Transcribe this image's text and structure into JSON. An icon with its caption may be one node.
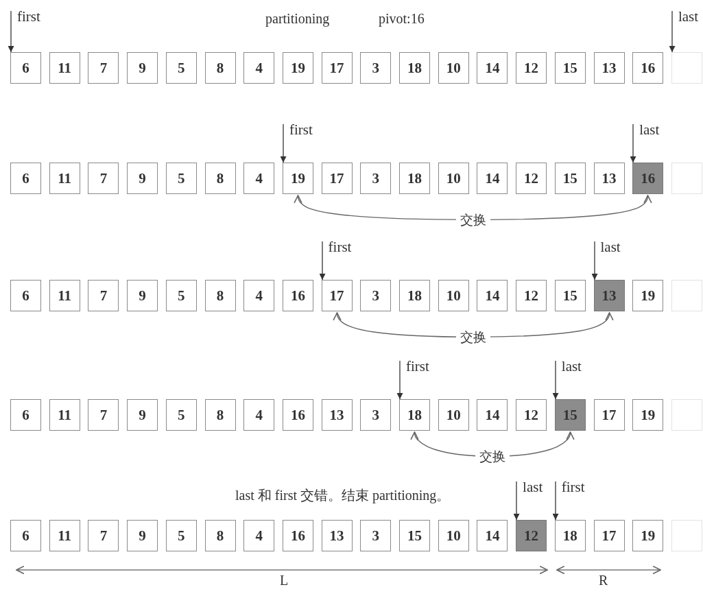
{
  "diagram": {
    "nodes": [
      {
        "text": [
          "first"
        ]
      },
      {
        "text": [
          "last"
        ]
      },
      {
        "text": [
          "6"
        ]
      },
      {
        "text": [
          "11"
        ]
      },
      {
        "text": [
          "7"
        ]
      },
      {
        "text": [
          "9"
        ]
      },
      {
        "text": [
          "5"
        ]
      },
      {
        "text": [
          "8"
        ]
      },
      {
        "text": [
          "4"
        ]
      },
      {
        "text": [
          "19"
        ]
      },
      {
        "text": [
          "17"
        ]
      },
      {
        "text": [
          "3"
        ]
      },
      {
        "text": [
          "18"
        ]
      },
      {
        "text": [
          "10"
        ]
      },
      {
        "text": [
          "14"
        ]
      },
      {
        "text": [
          "12"
        ]
      },
      {
        "text": [
          "15"
        ]
      },
      {
        "text": [
          "13"
        ]
      },
      {
        "text": [
          "16"
        ]
      },
      {
        "text": [],
        "shape": "box"
      },
      {
        "text": [
          "first"
        ]
      },
      {
        "text": [
          "last"
        ]
      },
      {
        "text": [
          "6"
        ]
      },
      {
        "text": [
          "11"
        ]
      },
      {
        "text": [
          "7"
        ]
      },
      {
        "text": [
          "9"
        ]
      },
      {
        "text": [
          "5"
        ]
      },
      {
        "text": [
          "8"
        ]
      },
      {
        "text": [
          "4"
        ]
      },
      {
        "text": [
          "19"
        ]
      },
      {
        "text": [
          "17"
        ]
      },
      {
        "text": [
          "3"
        ]
      },
      {
        "text": [
          "18"
        ]
      },
      {
        "text": [
          "10"
        ]
      },
      {
        "text": [
          "14"
        ]
      },
      {
        "text": [
          "12"
        ]
      },
      {
        "text": [
          "15"
        ]
      },
      {
        "text": [
          "13"
        ]
      },
      {
        "text": [
          "16"
        ]
      },
      {
        "text": [],
        "shape": "box"
      },
      {
        "text": [
          "first"
        ]
      },
      {
        "text": [
          "last"
        ]
      },
      {
        "text": [
          "6"
        ]
      },
      {
        "text": [
          "11"
        ]
      },
      {
        "text": [
          "7"
        ]
      },
      {
        "text": [
          "9"
        ]
      },
      {
        "text": [
          "5"
        ]
      },
      {
        "text": [
          "8"
        ]
      },
      {
        "text": [
          "4"
        ]
      },
      {
        "text": [
          "16"
        ]
      },
      {
        "text": [
          "17"
        ]
      },
      {
        "text": [
          "3"
        ]
      },
      {
        "text": [
          "18"
        ]
      },
      {
        "text": [
          "10"
        ]
      },
      {
        "text": [
          "14"
        ]
      },
      {
        "text": [
          "12"
        ]
      },
      {
        "text": [
          "15"
        ]
      },
      {
        "text": [
          "13"
        ]
      },
      {
        "text": [
          "19"
        ]
      },
      {
        "text": [],
        "shape": "box"
      },
      {
        "text": [
          "first"
        ]
      },
      {
        "text": [
          "last"
        ]
      },
      {
        "text": [
          "6"
        ]
      },
      {
        "text": [
          "11"
        ]
      },
      {
        "text": [
          "7"
        ]
      },
      {
        "text": [
          "9"
        ]
      },
      {
        "text": [
          "5"
        ]
      },
      {
        "text": [
          "8"
        ]
      },
      {
        "text": [
          "4"
        ]
      },
      {
        "text": [
          "16"
        ]
      },
      {
        "text": [
          "13"
        ]
      },
      {
        "text": [
          "3"
        ]
      },
      {
        "text": [
          "18"
        ]
      },
      {
        "text": [
          "10"
        ]
      },
      {
        "text": [
          "14"
        ]
      },
      {
        "text": [
          "12"
        ]
      },
      {
        "text": [
          "15"
        ]
      },
      {
        "text": [
          "17"
        ]
      },
      {
        "text": [
          "19"
        ]
      },
      {
        "text": [],
        "shape": "box"
      },
      {
        "text": [
          "last"
        ]
      },
      {
        "text": [
          "first"
        ]
      },
      {
        "text": [
          "6"
        ]
      },
      {
        "text": [
          "11"
        ]
      },
      {
        "text": [
          "7"
        ]
      },
      {
        "text": [
          "9"
        ]
      },
      {
        "text": [
          "5"
        ]
      },
      {
        "text": [
          "8"
        ]
      },
      {
        "text": [
          "4"
        ]
      },
      {
        "text": [
          "16"
        ]
      },
      {
        "text": [
          "13"
        ]
      },
      {
        "text": [
          "3"
        ]
      },
      {
        "text": [
          "15"
        ]
      },
      {
        "text": [
          "10"
        ]
      },
      {
        "text": [
          "14"
        ]
      },
      {
        "text": [
          "12"
        ]
      },
      {
        "text": [
          "18"
        ]
      },
      {
        "text": [
          "17"
        ]
      },
      {
        "text": [
          "19"
        ]
      },
      {
        "text": [],
        "shape": "box"
      }
    ],
    "edges": [
      {
        "from": 0,
        "to": 2,
        "arrow": "to"
      },
      {
        "from": 1,
        "to": 19,
        "arrow": "to"
      },
      {
        "from": 20,
        "to": 29,
        "arrow": "to"
      },
      {
        "from": 21,
        "to": 38,
        "arrow": "to"
      },
      {
        "from": 29,
        "to": 38,
        "arrow": "both",
        "label": "交换"
      },
      {
        "from": 40,
        "to": 50,
        "arrow": "to"
      },
      {
        "from": 41,
        "to": 57,
        "arrow": "to"
      },
      {
        "from": 50,
        "to": 57,
        "arrow": "both",
        "label": "交换"
      },
      {
        "from": 60,
        "to": 72,
        "arrow": "to"
      },
      {
        "from": 61,
        "to": 76,
        "arrow": "to"
      },
      {
        "from": 72,
        "to": 76,
        "arrow": "both",
        "label": "交换"
      },
      {
        "from": 80,
        "to": 95,
        "arrow": "to"
      },
      {
        "from": 81,
        "to": 96,
        "arrow": "to"
      }
    ],
    "labels": [
      "partitioning",
      "pivot:16",
      "last 和 first 交错。结束 partitioning。",
      "L",
      "R"
    ]
  }
}
